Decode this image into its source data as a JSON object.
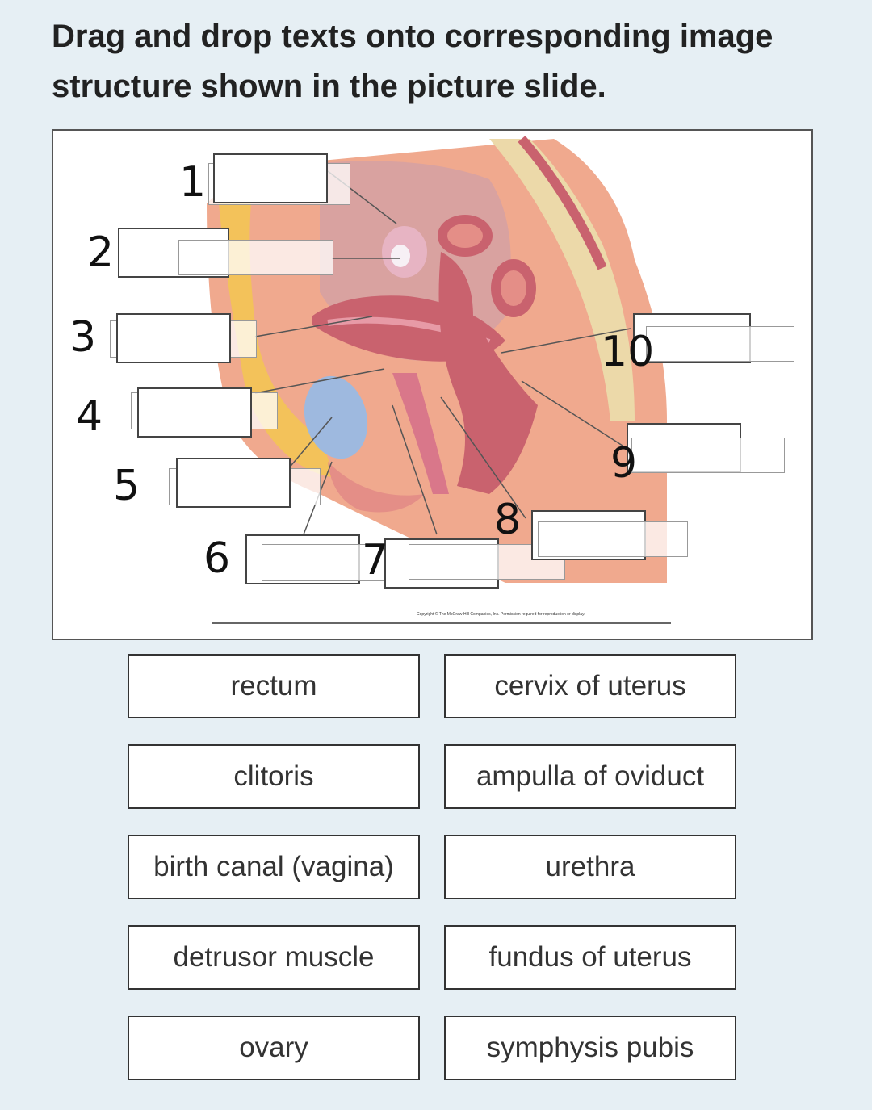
{
  "question": {
    "text": "Drag and drop texts onto corresponding image structure shown in the picture slide."
  },
  "figure": {
    "caption": "Copyright © The McGraw-Hill Companies, Inc. Permission required for reproduction or display.",
    "handwritten_numbers": [
      "1",
      "2",
      "3",
      "4",
      "5",
      "6",
      "7",
      "8",
      "9",
      "10"
    ]
  },
  "tiles": [
    {
      "label": "rectum"
    },
    {
      "label": "cervix of uterus"
    },
    {
      "label": "clitoris"
    },
    {
      "label": "ampulla of oviduct"
    },
    {
      "label": "birth canal (vagina)"
    },
    {
      "label": "urethra"
    },
    {
      "label": "detrusor muscle"
    },
    {
      "label": "fundus of uterus"
    },
    {
      "label": "ovary"
    },
    {
      "label": "symphysis pubis"
    }
  ],
  "colors": {
    "page_bg": "#e6eff4",
    "tissue": "#f0a98e",
    "bladder": "#9eb9df",
    "organ": "#c9626e",
    "fat": "#f3c25a"
  }
}
